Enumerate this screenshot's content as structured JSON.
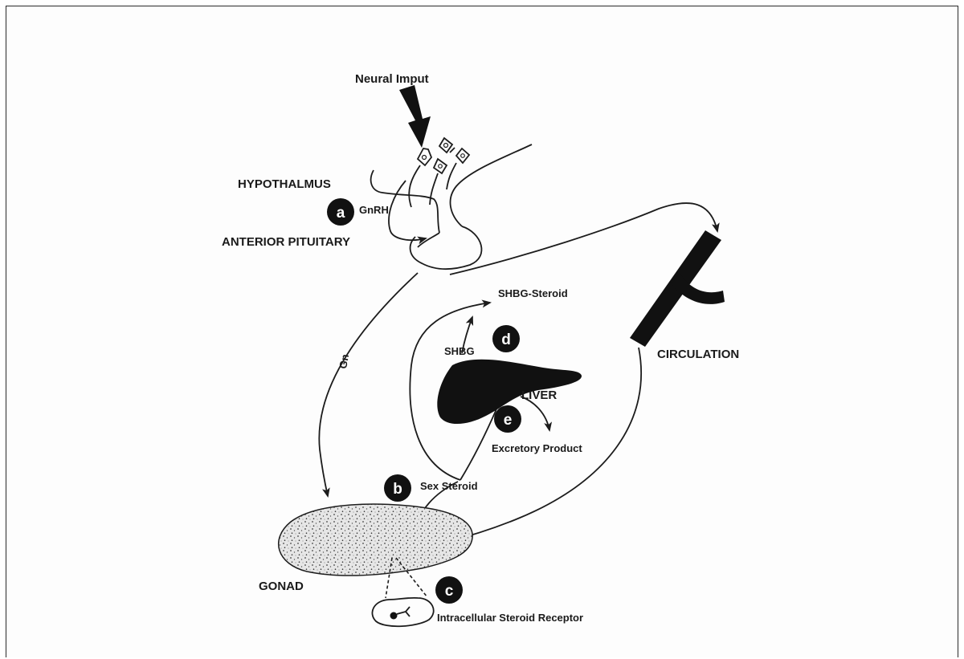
{
  "labels": {
    "neural_input": "Neural Imput",
    "hypothalamus": "HYPOTHALMUS",
    "gnrh": "GnRH",
    "anterior_pituitary": "ANTERIOR PITUITARY",
    "gn": "Gn",
    "shbg_steroid": "SHBG-Steroid",
    "shbg": "SHBG",
    "liver": "LIVER",
    "circulation": "CIRCULATION",
    "excretory_product": "Excretory Product",
    "sex_steroid": "Sex Steroid",
    "gonad": "GONAD",
    "intracellular_steroid_receptor": "Intracellular Steroid Receptor"
  },
  "badges": {
    "a": "a",
    "b": "b",
    "c": "c",
    "d": "d",
    "e": "e"
  },
  "colors": {
    "ink": "#1a1a1a",
    "badge_fill": "#111111",
    "gonad_fill": "#e4e4e4"
  },
  "icons": [
    "neuron-icon",
    "blood-vessel-icon",
    "liver-icon",
    "gonad-icon",
    "cell-receptor-icon",
    "arrow-icon"
  ]
}
